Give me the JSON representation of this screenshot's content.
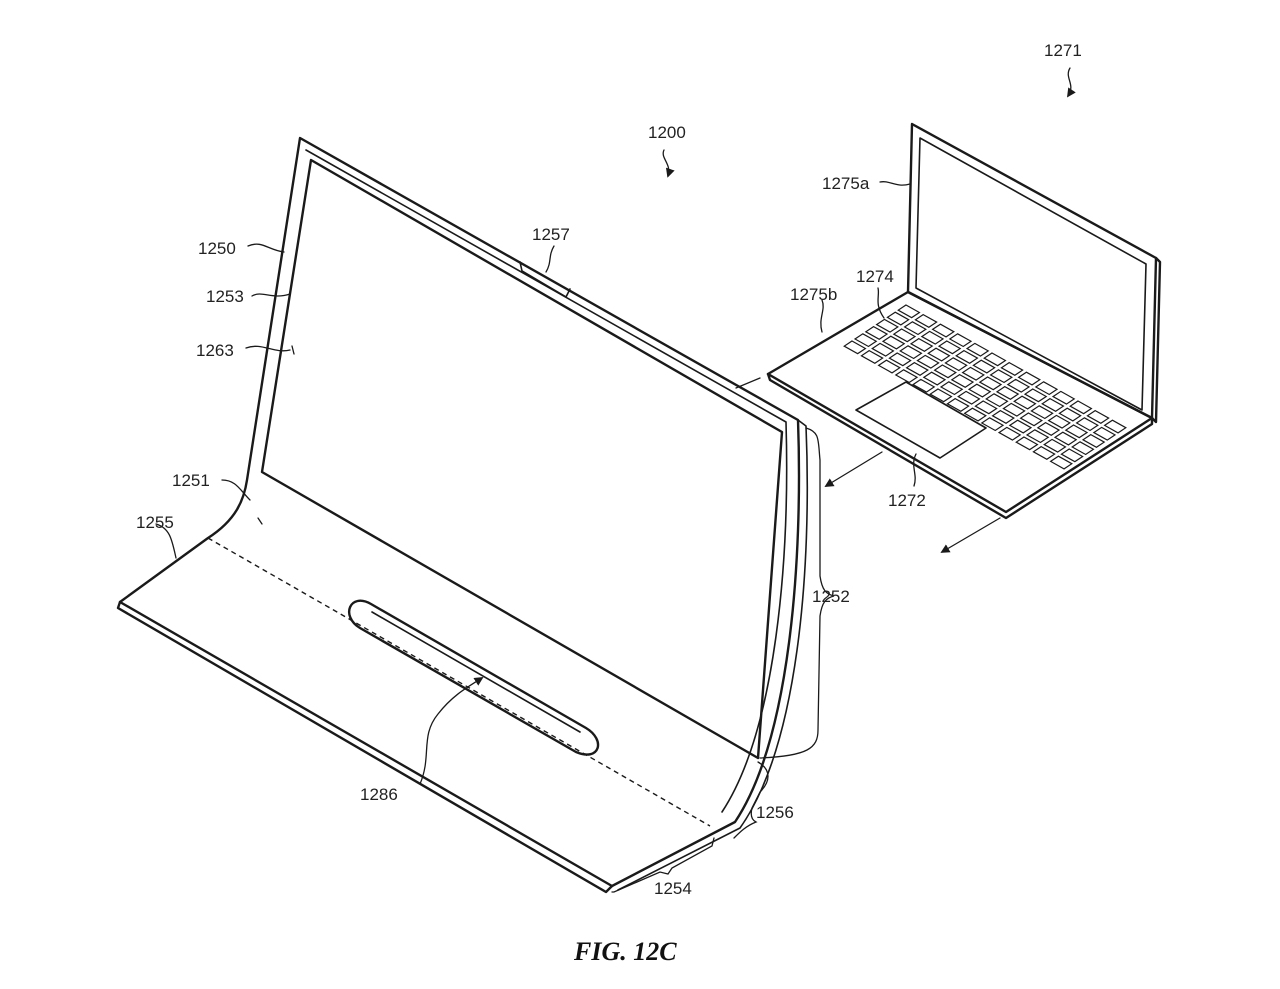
{
  "figure": {
    "caption": "FIG. 12C",
    "ink_color": "#1a1a1a",
    "background_color": "#ffffff"
  },
  "labels": {
    "l1200": "1200",
    "l1250": "1250",
    "l1251": "1251",
    "l1252": "1252",
    "l1253": "1253",
    "l1254": "1254",
    "l1255": "1255",
    "l1256": "1256",
    "l1257": "1257",
    "l1263": "1263",
    "l1271": "1271",
    "l1272": "1272",
    "l1274": "1274",
    "l1275a": "1275a",
    "l1275b": "1275b",
    "l1286": "1286"
  }
}
